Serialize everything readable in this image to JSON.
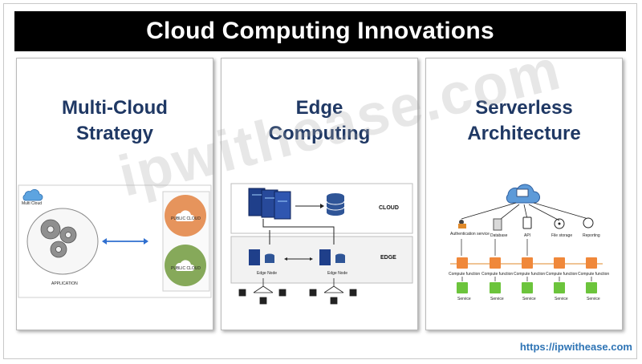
{
  "banner": {
    "title": "Cloud Computing Innovations"
  },
  "panels": [
    {
      "title_line1": "Multi-Cloud",
      "title_line2": "Strategy",
      "diagram": {
        "multi_cloud_label": "Multi Cloud",
        "application_label": "APPLICATION",
        "public_cloud_top": "PUBLIC CLOUD",
        "public_cloud_bottom": "PUBLIC CLOUD"
      }
    },
    {
      "title_line1": "Edge",
      "title_line2": "Computing",
      "diagram": {
        "cloud_label": "CLOUD",
        "edge_label": "EDGE",
        "edge_node_left": "Edge Node",
        "edge_node_right": "Edge Node"
      }
    },
    {
      "title_line1": "Serverless",
      "title_line2": "Architecture",
      "diagram": {
        "services": [
          "Authentication service",
          "Database",
          "API",
          "File storage",
          "Reporting"
        ],
        "compute_label": "Compute function",
        "service_label": "Service"
      }
    }
  ],
  "watermark": "ipwithease.com",
  "footer": {
    "url": "https://ipwithease.com"
  },
  "colors": {
    "title_blue": "#1f3864",
    "cloud_orange": "#e6945c",
    "cloud_green": "#86a95a",
    "func_orange": "#f0883a",
    "svc_green": "#6cc43c"
  }
}
